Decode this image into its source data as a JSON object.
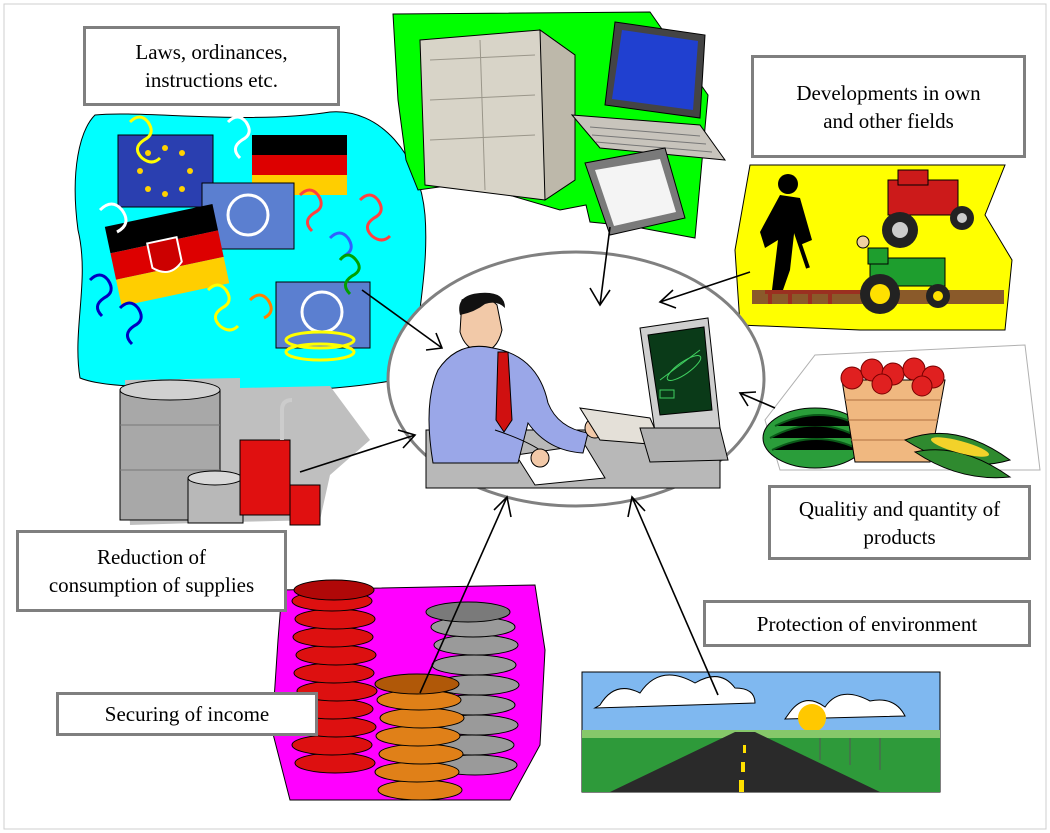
{
  "labels": {
    "laws": "Laws, ordinances,\ninstructions etc.",
    "developments": "Developments in own\nand other fields",
    "quality": "Qualitiy and quantity of\nproducts",
    "reduction": "Reduction of\nconsumption of supplies",
    "income": "Securing of income",
    "environment": "Protection of environment"
  },
  "colors": {
    "cyan_blob": "#00ffff",
    "green_blob": "#00ff00",
    "yellow_blob": "#ffff00",
    "magenta_blob": "#ff00ff",
    "grey_blob": "#bfbfbf",
    "frame": "#7f7f7f"
  },
  "icons": {
    "center": "office-worker-computer-icon",
    "laws": "flags-paragraph-icon",
    "developments": "computer-equipment-icon",
    "farm": "farmer-tractor-icon",
    "products": "fruit-basket-icon",
    "supplies": "oil-barrel-icon",
    "income": "coin-stacks-icon",
    "environment": "road-landscape-icon"
  }
}
